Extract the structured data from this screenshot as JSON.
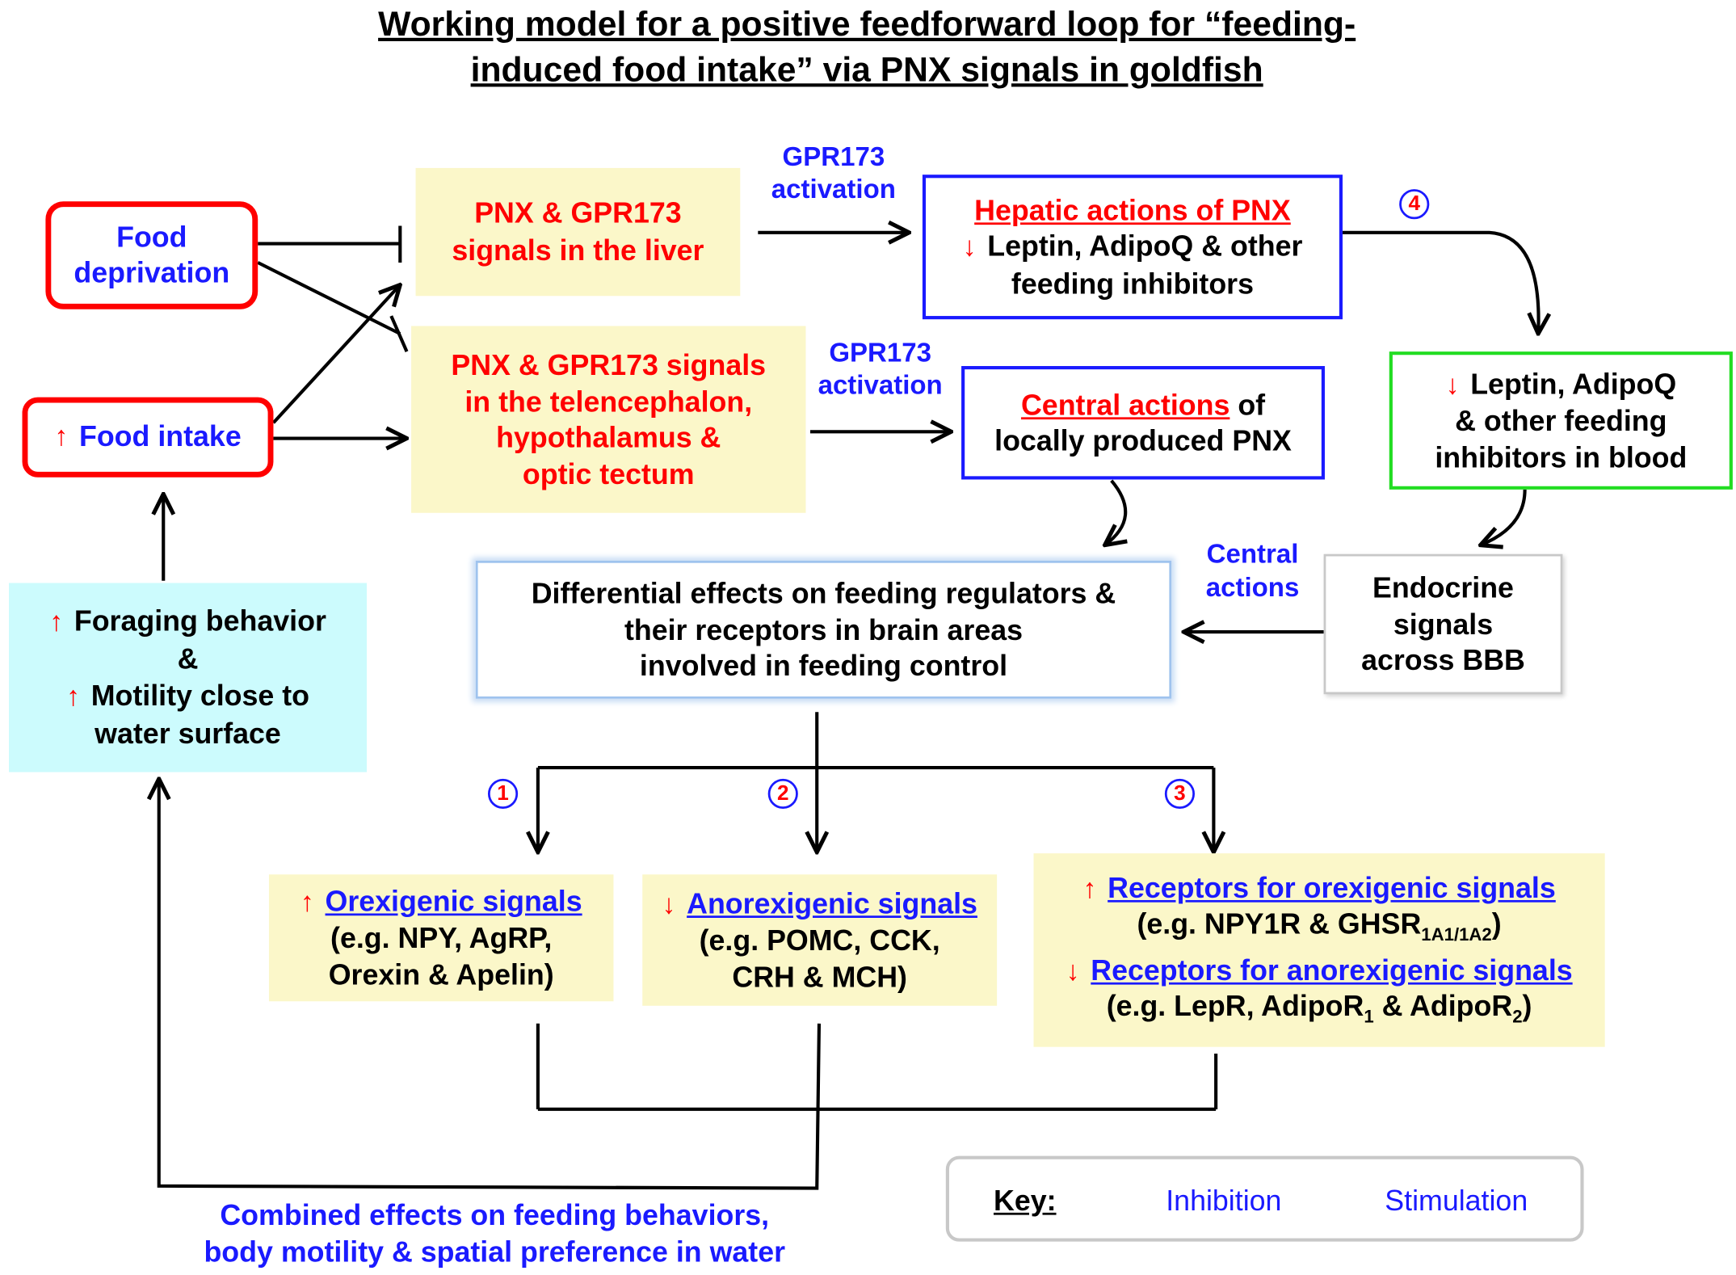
{
  "title": {
    "line1": "Working model for a positive feedforward loop for “feeding-",
    "line2": "induced food intake” via PNX signals in goldfish"
  },
  "nodes": {
    "food_deprivation": {
      "line1": "Food",
      "line2": "deprivation"
    },
    "food_intake": {
      "arrow": "↑",
      "text": "Food intake"
    },
    "liver_signals": {
      "line1": "PNX & GPR173",
      "line2": "signals in the liver"
    },
    "brain_signals": {
      "line1": "PNX & GPR173 signals",
      "line2": "in the telencephalon,",
      "line3": "hypothalamus &",
      "line4": "optic tectum"
    },
    "hepatic_actions": {
      "title": "Hepatic actions of PNX",
      "arrow": "↓",
      "line2": "Leptin, AdipoQ & other",
      "line3": "feeding inhibitors"
    },
    "central_actions": {
      "title": "Central actions",
      "title_tail": " of",
      "line2": "locally produced PNX"
    },
    "blood_inhibitors": {
      "arrow": "↓",
      "line1": "Leptin, AdipoQ",
      "line2": "& other feeding",
      "line3": "inhibitors in blood"
    },
    "endocrine": {
      "line1": "Endocrine",
      "line2": "signals",
      "line3": "across BBB"
    },
    "differential": {
      "line1": "Differential effects on feeding regulators &",
      "line2": "their receptors in brain areas",
      "line3": "involved in feeding control"
    },
    "foraging": {
      "arrow1": "↑",
      "line1": "Foraging behavior",
      "line2": "&",
      "arrow2": "↑",
      "line3": "Motility close to",
      "line4": "water surface"
    },
    "orexigenic": {
      "arrow": "↑",
      "title": "Orexigenic signals",
      "line2": "(e.g. NPY, AgRP,",
      "line3": "Orexin & Apelin)"
    },
    "anorexigenic": {
      "arrow": "↓",
      "title": "Anorexigenic signals",
      "line2": "(e.g. POMC, CCK,",
      "line3": "CRH & MCH)"
    },
    "receptors": {
      "arrow1": "↑",
      "title1": "Receptors for orexigenic signals",
      "line2": "(e.g. NPY1R & GHSR",
      "line2_sub": "1A1/1A2",
      "line2_tail": ")",
      "arrow2": "↓",
      "title2": "Receptors for anorexigenic signals",
      "line4_a": "(e.g. LepR, AdipoR",
      "line4_sub1": "1",
      "line4_b": " & AdipoR",
      "line4_sub2": "2",
      "line4_c": ")"
    }
  },
  "labels": {
    "gpr173_top": {
      "line1": "GPR173",
      "line2": "activation"
    },
    "gpr173_mid": {
      "line1": "GPR173",
      "line2": "activation"
    },
    "central": {
      "line1": "Central",
      "line2": "actions"
    },
    "combined": {
      "line1": "Combined effects on feeding behaviors,",
      "line2": "body motility & spatial preference in water"
    }
  },
  "numbers": {
    "n1": "1",
    "n2": "2",
    "n3": "3",
    "n4": "4"
  },
  "key": {
    "title": "Key:",
    "inhibition": "Inhibition",
    "stimulation": "Stimulation"
  },
  "colors": {
    "red": "#ff0000",
    "blue": "#1a1aff",
    "green": "#22dd22",
    "yellow_fill": "#fbf7c9",
    "cyan_fill": "#ccfbfd",
    "gray_border": "#c8c8c8"
  }
}
